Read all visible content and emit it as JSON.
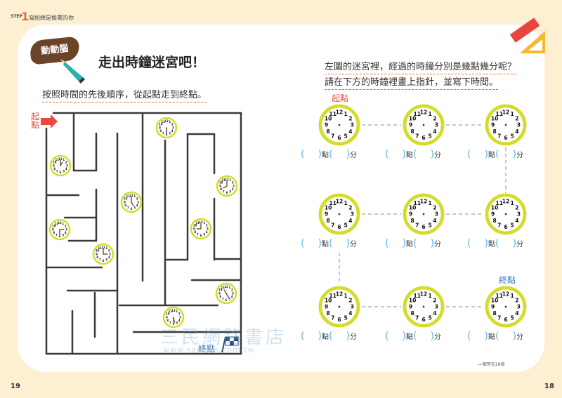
{
  "header": {
    "step_label": "STEP",
    "step_number": "1",
    "section": "寫給總是挨罵的你"
  },
  "left": {
    "badge": "動動腦",
    "title": "走出時鐘迷宮吧！",
    "instruction": "按照時間的先後順序，從起點走到終點。",
    "maze_start": "起點",
    "maze_end": "終點",
    "page_number": "19"
  },
  "right": {
    "instruction_1": "左圖的迷宮裡，經過的時鐘分別是幾點幾分呢？",
    "instruction_2": "請在下方的時鐘裡畫上指針，並寫下時間。",
    "start_label": "起點",
    "end_label": "終點",
    "hour_unit": "點",
    "minute_unit": "分",
    "answer_note": "→ 解答在28頁",
    "page_number": "18"
  },
  "clock_numbers": [
    "12",
    "1",
    "2",
    "3",
    "4",
    "5",
    "6",
    "7",
    "8",
    "9",
    "10",
    "11"
  ],
  "watermark": {
    "name": "三民網路書店",
    "url": "www.sanmin.com.tw"
  },
  "colors": {
    "background": "#fcefd2",
    "clock_rim": "#d4dc2a",
    "accent": "#ef6a3a",
    "blank_paren": "#5fb7e8",
    "end_label": "#3a79b8"
  }
}
